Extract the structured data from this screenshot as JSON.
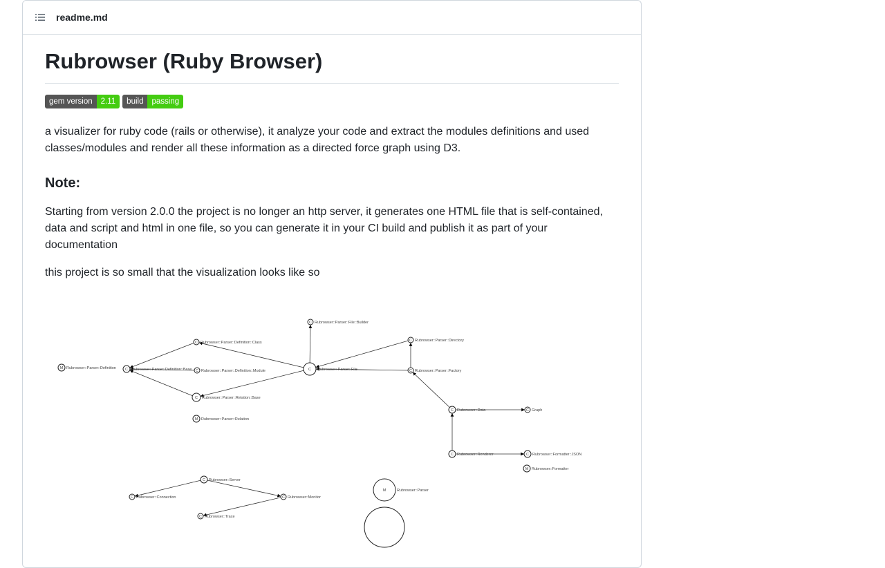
{
  "header": {
    "file_name": "readme.md"
  },
  "title": "Rubrowser (Ruby Browser)",
  "badges": [
    {
      "label": "gem version",
      "value": "2.11"
    },
    {
      "label": "build",
      "value": "passing"
    }
  ],
  "intro": "a visualizer for ruby code (rails or otherwise), it analyze your code and extract the modules definitions and used classes/modules and render all these information as a directed force graph using D3.",
  "note_heading": "Note:",
  "note_text": "Starting from version 2.0.0 the project is no longer an http server, it generates one HTML file that is self-contained, data and script and html in one file, so you can generate it in your CI build and publish it as part of your documentation",
  "small_text": "this project is so small that the visualization looks like so",
  "graph": {
    "nodes": [
      {
        "id": "def",
        "label": "Rubrowser::Parser::Definition",
        "letter": "M"
      },
      {
        "id": "base",
        "label": "Rubrowser::Parser::Definition::Base",
        "letter": "C"
      },
      {
        "id": "cls",
        "label": "Rubrowser::Parser::Definition::Class",
        "letter": "C"
      },
      {
        "id": "mod",
        "label": "Rubrowser::Parser::Definition::Module",
        "letter": "C"
      },
      {
        "id": "relbase",
        "label": "Rubrowser::Parser::Relation::Base",
        "letter": "C"
      },
      {
        "id": "rel",
        "label": "Rubrowser::Parser::Relation",
        "letter": "M"
      },
      {
        "id": "file",
        "label": "Rubrowser::Parser::File",
        "letter": "C"
      },
      {
        "id": "builder",
        "label": "Rubrowser::Parser::File::Builder",
        "letter": "C"
      },
      {
        "id": "dir",
        "label": "Rubrowser::Parser::Directory",
        "letter": "C"
      },
      {
        "id": "factory",
        "label": "Rubrowser::Parser::Factory",
        "letter": "C"
      },
      {
        "id": "data",
        "label": "Rubrowser::Data",
        "letter": "C"
      },
      {
        "id": "graph",
        "label": "Graph",
        "letter": "C"
      },
      {
        "id": "renderer",
        "label": "Rubrowser::Renderer",
        "letter": "C"
      },
      {
        "id": "json",
        "label": "Rubrowser::Formatter::JSON",
        "letter": "C"
      },
      {
        "id": "formatter",
        "label": "Rubrowser::Formatter",
        "letter": "M"
      },
      {
        "id": "server",
        "label": "Rubrowser::Server",
        "letter": "C"
      },
      {
        "id": "connection",
        "label": "Rubrowser::Connection",
        "letter": "C"
      },
      {
        "id": "monitor",
        "label": "Rubrowser::Monitor",
        "letter": "C"
      },
      {
        "id": "trace",
        "label": "Rubrowser::Trace",
        "letter": "C"
      },
      {
        "id": "parser",
        "label": "Rubrowser::Parser",
        "letter": "M"
      },
      {
        "id": "rubrowser",
        "label": "",
        "letter": ""
      }
    ]
  }
}
